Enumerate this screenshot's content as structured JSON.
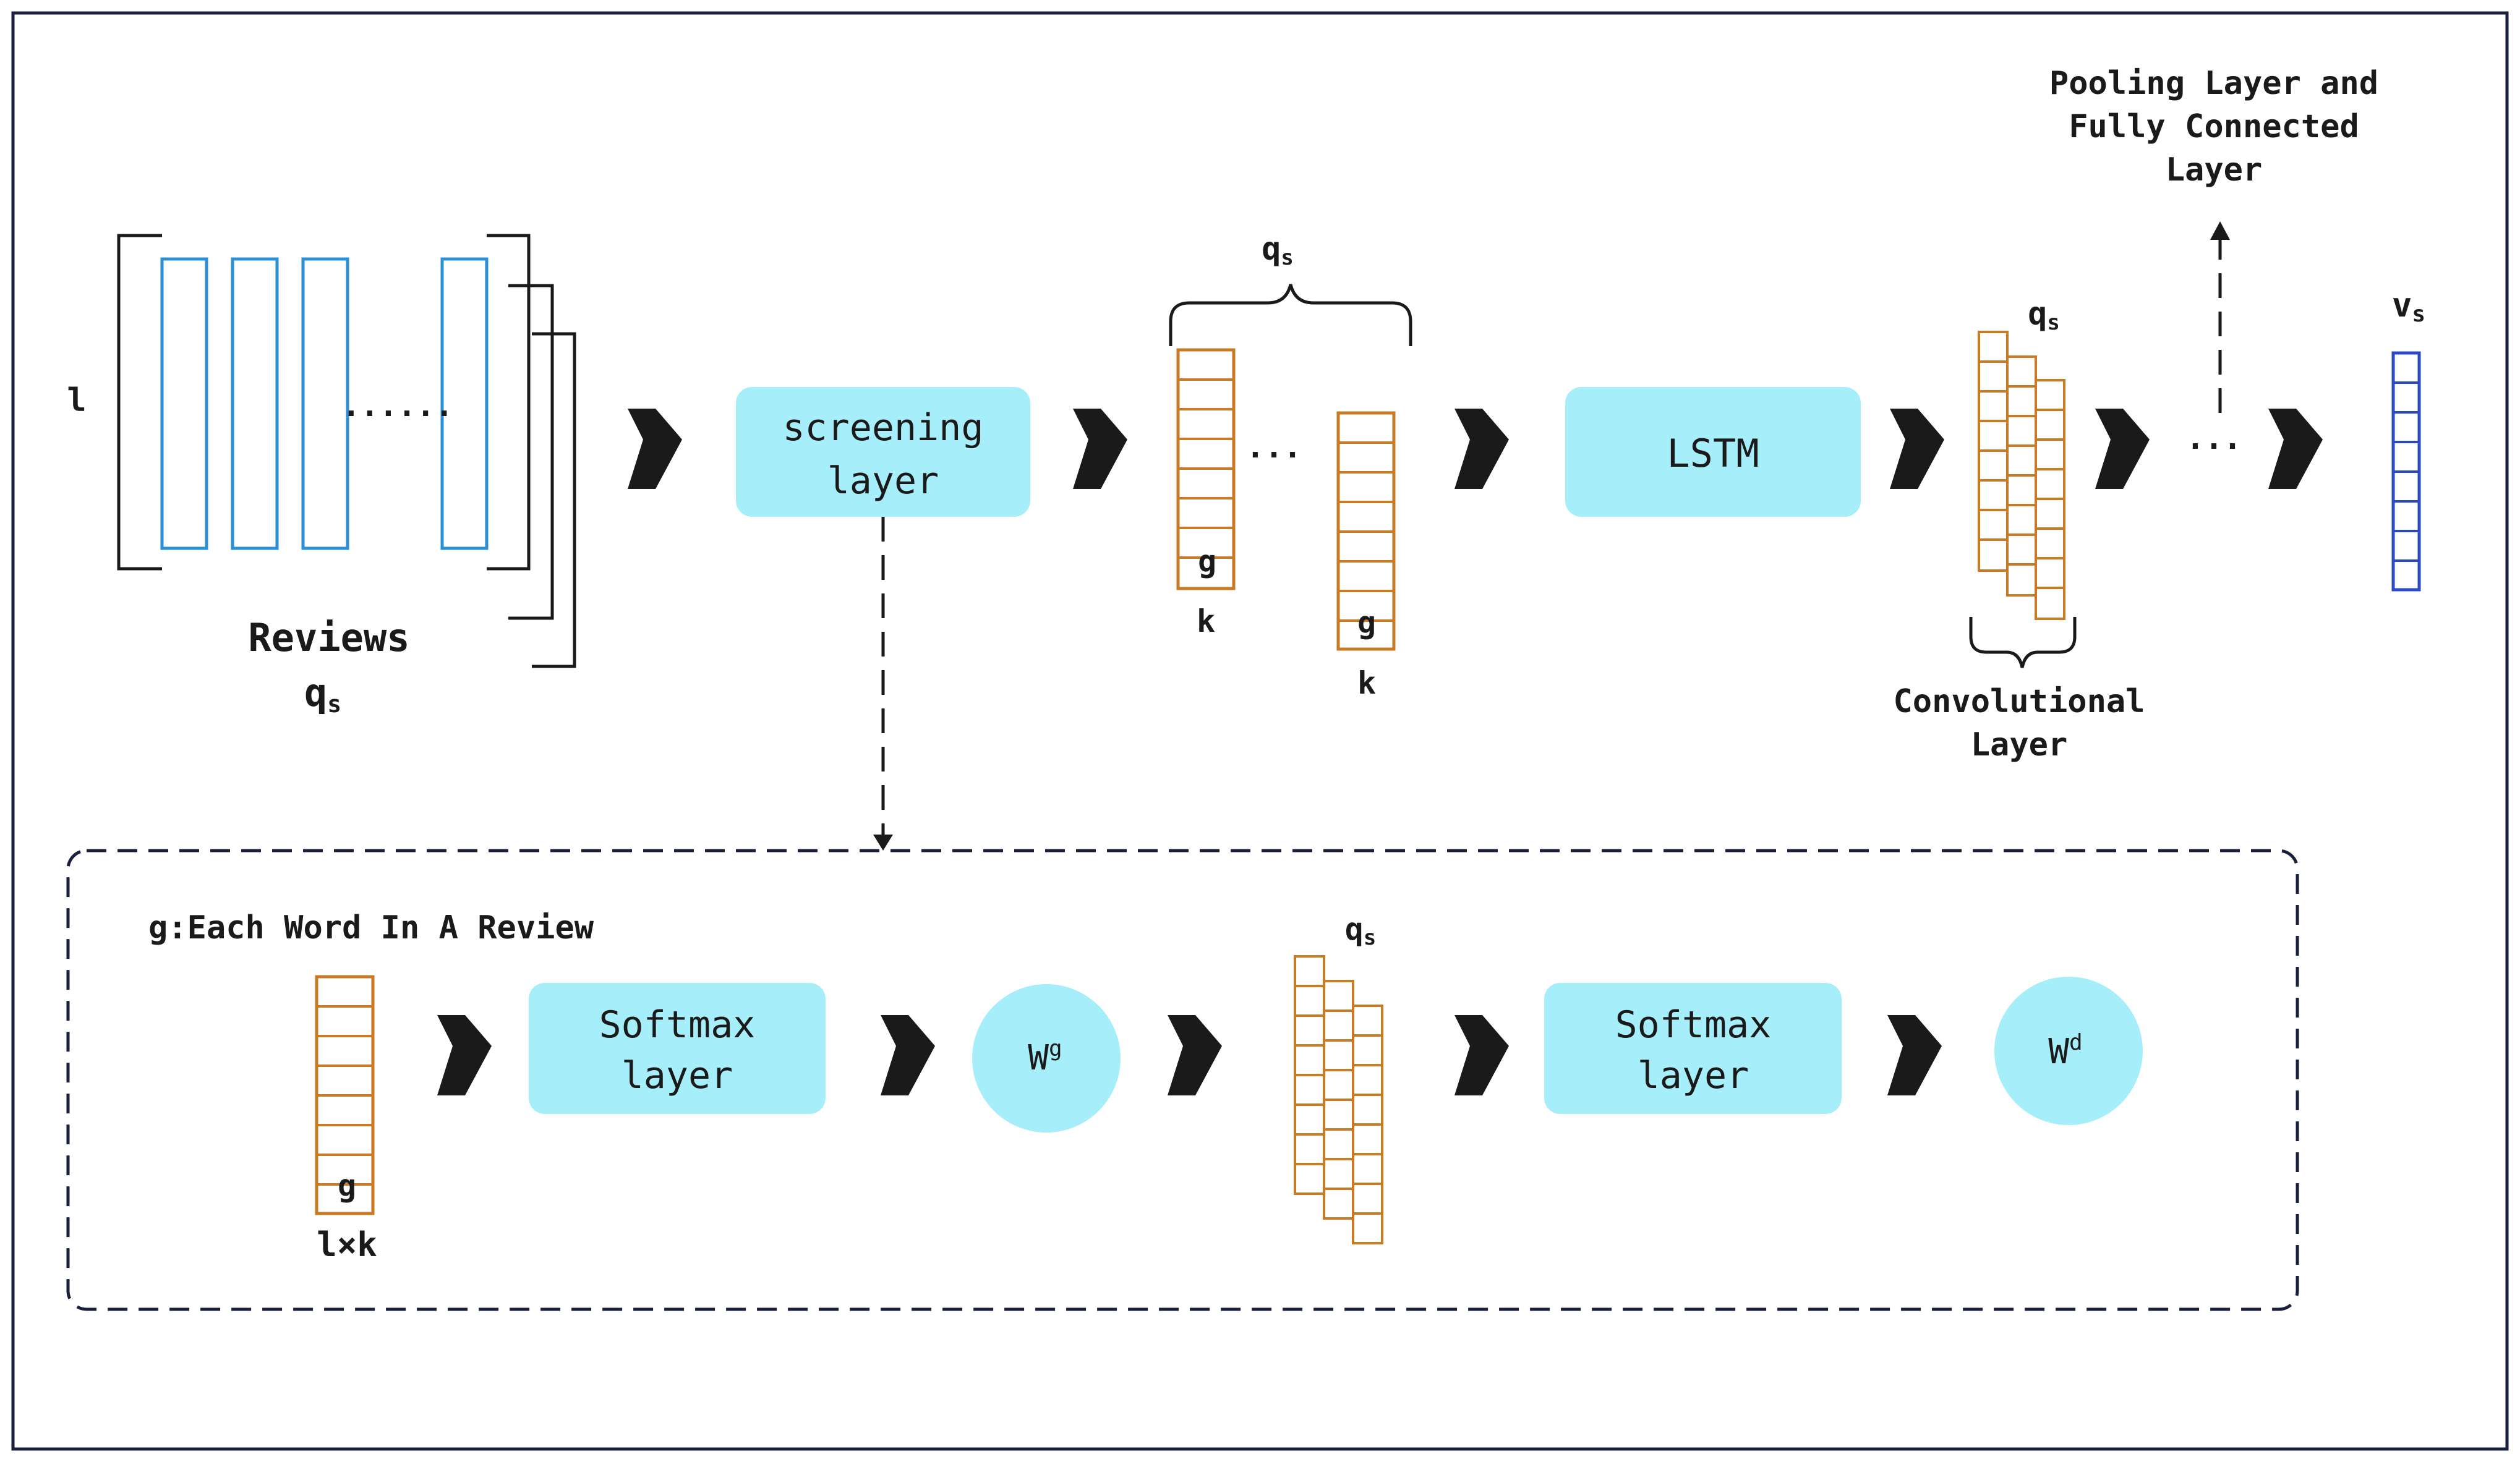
{
  "colors": {
    "frame": "#1a1f3c",
    "review_rect": "#2a8fd4",
    "vector": "#c87a25",
    "output_vector": "#2b48c4",
    "box_fill": "#a6eef9",
    "arrow": "#1a1a1a",
    "text": "#1a1a1a"
  },
  "top": {
    "l_label": "l",
    "dots_reviews": "......",
    "reviews_label": "Reviews",
    "qs_reviews": "q",
    "qs_sub": "s",
    "screening_line1": "screening",
    "screening_line2": "layer",
    "qs_brace": "q",
    "g_label": "g",
    "k_label": "k",
    "dots_middle": "...",
    "lstm_label": "LSTM",
    "qs_conv": "q",
    "conv_line1": "Convolutional",
    "conv_line2": "Layer",
    "pool_line1": "Pooling Layer and",
    "pool_line2": "Fully Connected",
    "pool_line3": "Layer",
    "dots_right": "...",
    "vs_label": "v",
    "vs_sub": "s"
  },
  "bottom": {
    "title": "g:Each Word In A Review",
    "g_label": "g",
    "lk_label": "l×k",
    "softmax1_line1": "Softmax",
    "softmax1_line2": "layer",
    "wg_base": "W",
    "wg_sup": "g",
    "qs_label": "q",
    "qs_sub": "s",
    "softmax2_line1": "Softmax",
    "softmax2_line2": "layer",
    "wd_base": "W",
    "wd_sup": "d"
  }
}
